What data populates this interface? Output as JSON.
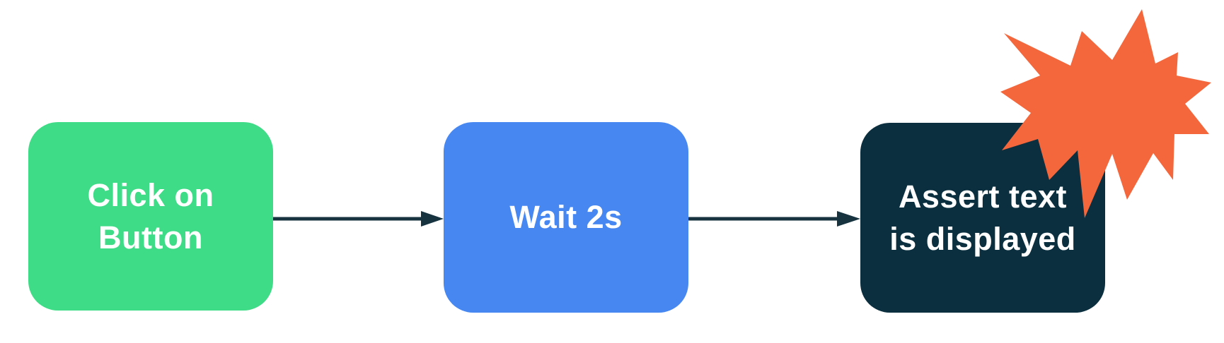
{
  "diagram": {
    "type": "flowchart",
    "background_color": "#ffffff",
    "arrow_color": "#17333f",
    "nodes": [
      {
        "label": "Click on\nButton",
        "fill_color": "#3edc86",
        "text_color": "#ffffff"
      },
      {
        "label": "Wait 2s",
        "fill_color": "#4687f2",
        "text_color": "#ffffff"
      },
      {
        "label": "Assert text\nis displayed",
        "fill_color": "#0b2f3f",
        "text_color": "#ffffff"
      }
    ],
    "connectors": [
      {
        "from": "Click on Button",
        "to": "Wait 2s",
        "style": "solid-arrow"
      },
      {
        "from": "Wait 2s",
        "to": "Assert text is displayed",
        "style": "solid-arrow"
      }
    ],
    "decorations": [
      {
        "name": "explosion-starburst",
        "color": "#f4673c",
        "attached_to": "Assert text is displayed node, top-right corner"
      }
    ]
  }
}
